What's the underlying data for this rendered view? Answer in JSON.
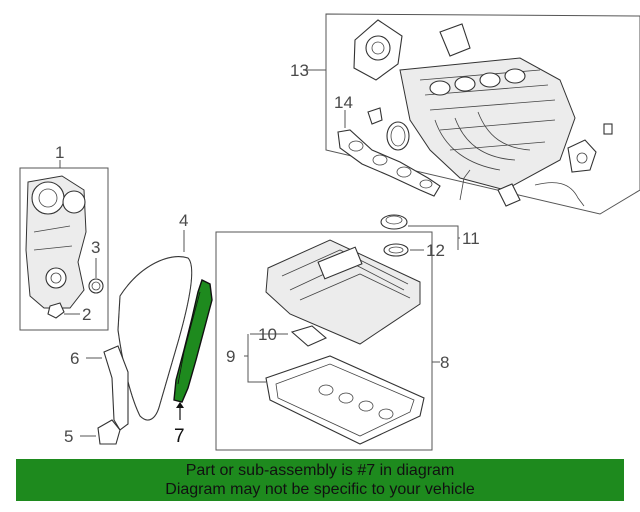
{
  "callouts": {
    "c1": "1",
    "c2": "2",
    "c3": "3",
    "c4": "4",
    "c5": "5",
    "c6": "6",
    "c7": "7",
    "c8": "8",
    "c9": "9",
    "c10": "10",
    "c11": "11",
    "c12": "12",
    "c13": "13",
    "c14": "14"
  },
  "highlight_part": "7",
  "colors": {
    "banner": "#1e8a1e",
    "highlight": "#1e8a1e"
  },
  "banner": {
    "line1": "Part or sub-assembly is #7 in diagram",
    "line2": "Diagram may not be specific to your vehicle"
  }
}
